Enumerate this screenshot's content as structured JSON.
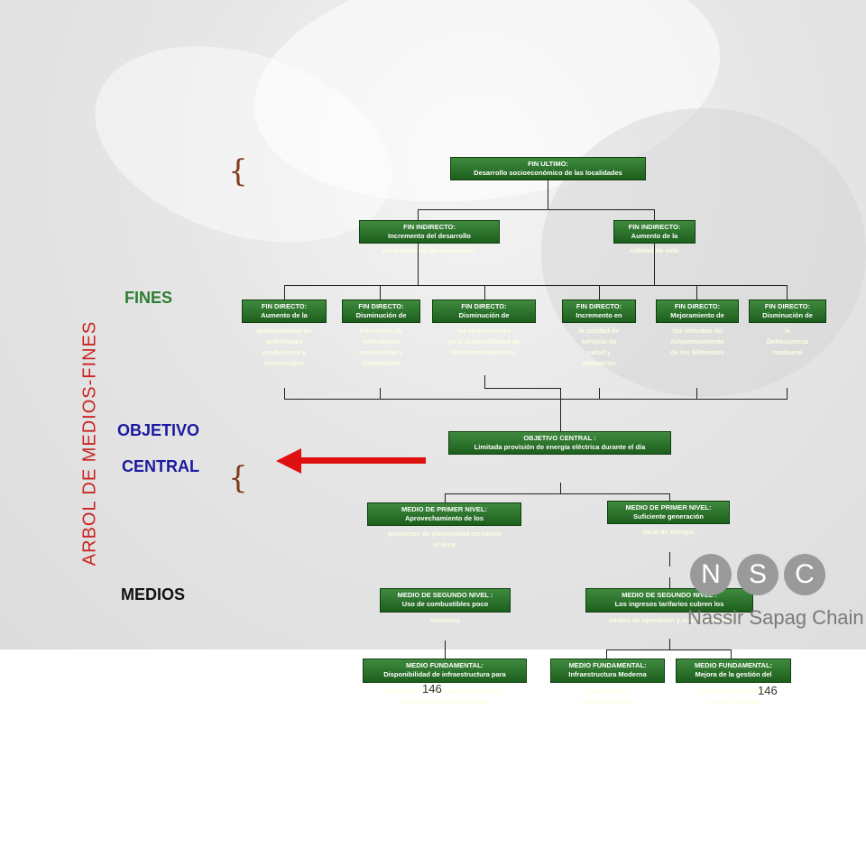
{
  "page_title": "ARBOL DE MEDIOS-FINES",
  "labels": {
    "fines": "FINES",
    "objetivo": "OBJETIVO",
    "central": "CENTRAL",
    "medios": "MEDIOS"
  },
  "brace_glyph": "{",
  "colors": {
    "box_green": "#2e7d32",
    "arrow_red": "#e01010",
    "fines_label": "#2e7d32",
    "objetivo_label": "#1a1aa0"
  },
  "fin_ultimo": {
    "title": "FIN ULTIMO:",
    "text": "Desarrollo socioeconómico de las localidades"
  },
  "fin_indirecto": [
    {
      "title": "FIN INDIRECTO:",
      "line1": "Incremento del  desarrollo",
      "overflow": "productivo de las localidades"
    },
    {
      "title": "FIN INDIRECTO:",
      "line1": "Aumento de la",
      "overflow": "calidad de vida"
    }
  ],
  "fin_directo": [
    {
      "title": "FIN DIRECTO:",
      "line1": "Aumento de la",
      "overflow": [
        "productividad de",
        "actividades",
        "productivas y",
        "comerciales"
      ]
    },
    {
      "title": "FIN DIRECTO:",
      "line1": "Disminución de",
      "overflow": [
        "los costos de",
        "Actividades",
        "productivas y",
        "comerciales"
      ]
    },
    {
      "title": "FIN DIRECTO:",
      "line1": "Disminución de",
      "overflow": [
        "las restricciones",
        "en la disponibilidad de",
        "telecomunicaciones"
      ]
    },
    {
      "title": "FIN DIRECTO:",
      "line1": "Incremento  en",
      "overflow": [
        "la  calidad  de",
        "servicio de",
        "salud y",
        "educación"
      ]
    },
    {
      "title": "FIN DIRECTO:",
      "line1": "Mejoramiento de",
      "overflow": [
        "los métodos de",
        "Almacenamiento",
        "de los Alimentos"
      ]
    },
    {
      "title": "FIN DIRECTO:",
      "line1": "Disminución de",
      "overflow": [
        "la",
        "Delincuencia",
        "nocturna"
      ]
    }
  ],
  "objetivo_central": {
    "title": "OBJETIVO CENTRAL :",
    "text": "Limitada provisión de energía eléctrica durante el día"
  },
  "medio_primer_nivel": [
    {
      "title": "MEDIO DE PRIMER NIVEL:",
      "line1": "Aprovechamiento de los",
      "overflow": [
        "proyectos de electricidad cercanos",
        "al área"
      ]
    },
    {
      "title": "MEDIO DE PRIMER NIVEL:",
      "line1": "Suficiente generación",
      "overflow": [
        "local de energía"
      ]
    }
  ],
  "medio_segundo_nivel": [
    {
      "title": "MEDIO DE SEGUNDO NIVEL :",
      "line1": "Uso de combustibles poco",
      "overflow": [
        "costosos"
      ]
    },
    {
      "title": "MEDIO DE SEGUNDO NIVEL :",
      "line1": "Los ingresos tarifarios cubren los",
      "overflow": [
        "costos de operación y mantenimiento"
      ]
    }
  ],
  "medio_fundamental": [
    {
      "title": "MEDIO FUNDAMENTAL:",
      "line1": "Disponibilidad de infraestructura para",
      "overflow": [
        "conectarse al sistema de generación",
        "interconectado más cercano"
      ]
    },
    {
      "title": "MEDIO FUNDAMENTAL:",
      "line1": "Infraestructura Moderna",
      "overflow": [
        "para generar",
        "energía eléctrica"
      ]
    },
    {
      "title": "MEDIO FUNDAMENTAL:",
      "line1": "Mejora de la gestión del",
      "overflow": [
        "operador de la planta",
        "local de energía"
      ]
    }
  ],
  "logo": {
    "letters": [
      "N",
      "S",
      "C"
    ],
    "name": "Nassir Sapag Chain"
  },
  "page_numbers": [
    "146",
    "146"
  ]
}
